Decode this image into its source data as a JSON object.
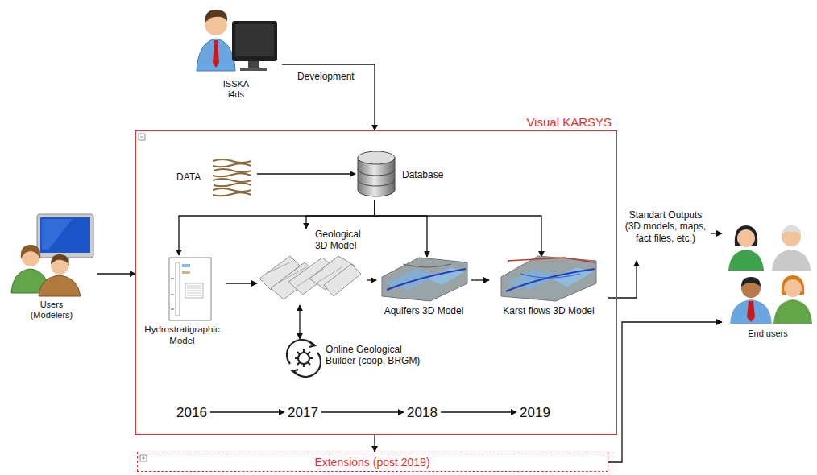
{
  "diagram": {
    "nodes": [
      {
        "text": [
          "ISSKA i4ds"
        ]
      },
      {
        "text": [
          "Visual KARSYS"
        ]
      },
      {
        "text": [
          "DATA"
        ],
        "in": 1
      },
      {
        "text": [
          "Database"
        ],
        "in": 1
      },
      {
        "text": [
          "Hydrostratigraphic Model"
        ],
        "in": 1
      },
      {
        "text": [
          "Geological 3D Model"
        ],
        "in": 1
      },
      {
        "text": [
          "Aquifers 3D Model"
        ],
        "in": 1
      },
      {
        "text": [
          "Karst flows 3D Model"
        ],
        "in": 1
      },
      {
        "text": [
          "Online Geological Builder (coop. BRGM)"
        ],
        "in": 1
      },
      {
        "text": [
          "2016"
        ],
        "in": 1
      },
      {
        "text": [
          "2017"
        ],
        "in": 1
      },
      {
        "text": [
          "2018"
        ],
        "in": 1
      },
      {
        "text": [
          "2019"
        ],
        "in": 1
      },
      {
        "text": [
          "Standart Outputs (3D models, maps, fact files, etc.)"
        ]
      },
      {
        "text": [
          "Users (Modelers)"
        ]
      },
      {
        "text": [
          "End users"
        ]
      },
      {
        "text": [
          "Extensions (post 2019)"
        ]
      }
    ],
    "edges": [
      {
        "from": 0,
        "to": 1,
        "arrow": "to",
        "label": "Development"
      },
      {
        "from": 2,
        "to": 3,
        "arrow": "to"
      },
      {
        "from": 3,
        "to": 4,
        "arrow": "to"
      },
      {
        "from": 3,
        "to": 5,
        "arrow": "to"
      },
      {
        "from": 3,
        "to": 6,
        "arrow": "to"
      },
      {
        "from": 3,
        "to": 7,
        "arrow": "to"
      },
      {
        "from": 4,
        "to": 5,
        "arrow": "to"
      },
      {
        "from": 5,
        "to": 6,
        "arrow": "to"
      },
      {
        "from": 6,
        "to": 7,
        "arrow": "to"
      },
      {
        "from": 5,
        "to": 8,
        "arrow": "both"
      },
      {
        "from": 7,
        "to": 13,
        "arrow": "to"
      },
      {
        "from": 13,
        "to": 15,
        "arrow": "to"
      },
      {
        "from": 14,
        "to": 1,
        "arrow": "to"
      },
      {
        "from": 1,
        "to": 16,
        "arrow": "to"
      },
      {
        "from": 16,
        "to": 15,
        "arrow": "to"
      },
      {
        "from": 9,
        "to": 10,
        "arrow": "to"
      },
      {
        "from": 10,
        "to": 11,
        "arrow": "to"
      },
      {
        "from": 11,
        "to": 12,
        "arrow": "to"
      }
    ]
  }
}
